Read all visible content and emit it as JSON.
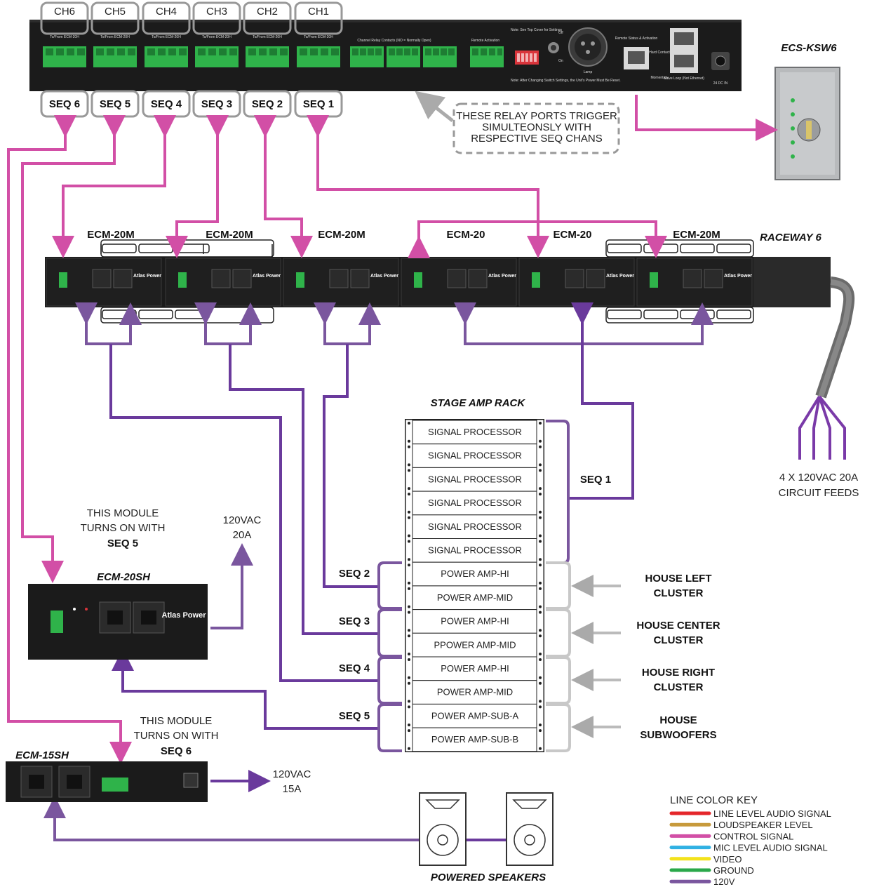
{
  "sequencer": {
    "channels": [
      "CH6",
      "CH5",
      "CH4",
      "CH3",
      "CH2",
      "CH1"
    ],
    "seq_labels": [
      "SEQ 6",
      "SEQ 5",
      "SEQ 4",
      "SEQ 3",
      "SEQ 2",
      "SEQ 1"
    ],
    "module_caption": "To/From ECM-20H",
    "relay_header": "Channel Relay Contacts (NO = Normally Open)",
    "remote_activation": "Remote Activation",
    "note_top": "Note: See Top Cover for Settings",
    "note_bottom": "Note: After Changing Switch Settings, the Unit's Power Must Be Reset.",
    "lamp": "Lamp",
    "remote_status": "Remote Status & Activation",
    "hard_contact": "Hard Contact",
    "momentary": "Momentary",
    "slave_loop": "Slave Loop (Not Ethernet)",
    "dc_in": "24 DC IN",
    "switch_off": "Off",
    "switch_on": "On"
  },
  "relay_callout": [
    "THESE RELAY PORTS TRIGGER",
    "SIMULTEONSLY WITH",
    "RESPECTIVE SEQ CHANS"
  ],
  "ecs_label": "ECS-KSW6",
  "raceway": {
    "title": "RACEWAY 6",
    "modules": [
      "ECM-20M",
      "ECM-20M",
      "ECM-20M",
      "ECM-20",
      "ECM-20",
      "ECM-20M"
    ]
  },
  "circuit_feeds": [
    "4 X 120VAC 20A",
    "CIRCUIT FEEDS"
  ],
  "rack": {
    "title": "STAGE AMP RACK",
    "units": [
      "SIGNAL PROCESSOR",
      "SIGNAL PROCESSOR",
      "SIGNAL PROCESSOR",
      "SIGNAL PROCESSOR",
      "SIGNAL PROCESSOR",
      "SIGNAL PROCESSOR",
      "POWER AMP-HI",
      "POWER AMP-MID",
      "POWER AMP-HI",
      "PPOWER AMP-MID",
      "POWER AMP-HI",
      "POWER AMP-MID",
      "POWER AMP-SUB-A",
      "POWER AMP-SUB-B"
    ],
    "seq_tags": [
      "SEQ 1",
      "SEQ 2",
      "SEQ 3",
      "SEQ 4",
      "SEQ 5"
    ]
  },
  "clusters": [
    [
      "HOUSE LEFT",
      "CLUSTER"
    ],
    [
      "HOUSE CENTER",
      "CLUSTER"
    ],
    [
      "HOUSE RIGHT",
      "CLUSTER"
    ],
    [
      "HOUSE",
      "SUBWOOFERS"
    ]
  ],
  "ecm20sh": {
    "title": "ECM-20SH",
    "note": [
      "THIS MODULE",
      "TURNS ON WITH",
      "SEQ 5"
    ],
    "feed": [
      "120VAC",
      "20A"
    ]
  },
  "ecm15sh": {
    "title": "ECM-15SH",
    "note": [
      "THIS MODULE",
      "TURNS ON WITH",
      "SEQ 6"
    ],
    "feed": [
      "120VAC",
      "15A"
    ]
  },
  "speakers_label": "POWERED SPEAKERS",
  "color_key": {
    "title": "LINE COLOR KEY",
    "items": [
      {
        "label": "LINE LEVEL AUDIO SIGNAL",
        "color": "#e4262a"
      },
      {
        "label": "LOUDSPEAKER LEVEL",
        "color": "#c79a3c"
      },
      {
        "label": "CONTROL SIGNAL",
        "color": "#d24fa6"
      },
      {
        "label": "MIC LEVEL AUDIO SIGNAL",
        "color": "#30b1e3"
      },
      {
        "label": "VIDEO",
        "color": "#f3e21c"
      },
      {
        "label": "GROUND",
        "color": "#2aa84a"
      },
      {
        "label": "120V",
        "color": "#7a569e"
      }
    ]
  },
  "brand": "Atlas Power"
}
